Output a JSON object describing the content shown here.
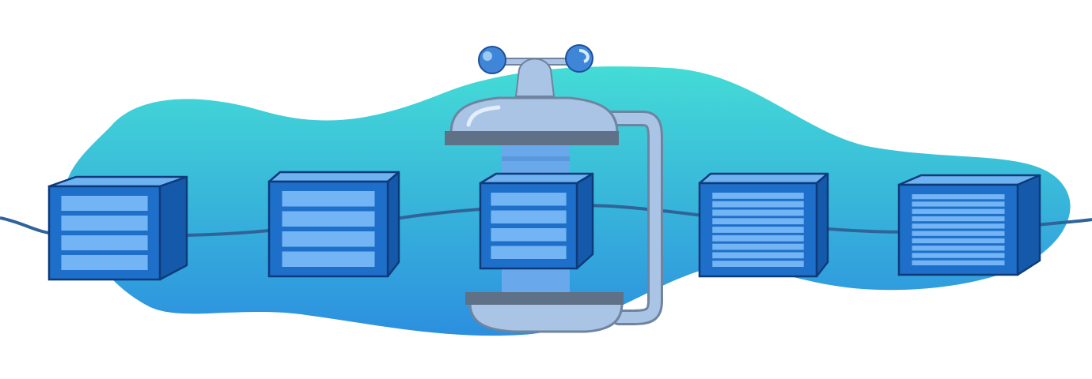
{
  "illustration": {
    "blob": {
      "color_top": "#44dcd6",
      "color_bottom": "#2c8fdf"
    },
    "chain": {
      "color": "#2f6499"
    },
    "blocks": [
      {
        "id": "block-1",
        "bars": 4
      },
      {
        "id": "block-2",
        "bars": 4
      },
      {
        "id": "block-3",
        "bars": 4,
        "inside_device": true
      },
      {
        "id": "block-4",
        "bars": 9
      },
      {
        "id": "block-5",
        "bars": 10
      }
    ],
    "block_colors": {
      "front": "#1e6fc9",
      "side": "#155aaa",
      "top": "#6fb2f2",
      "bar": "#73b4f4",
      "outline": "#0e3a7a"
    },
    "device": {
      "name": "anemometer-clamp",
      "body": "#a9c4e4",
      "plate": "#5f7186",
      "outline": "#6f84a0",
      "cup": "#3f86d8"
    }
  }
}
